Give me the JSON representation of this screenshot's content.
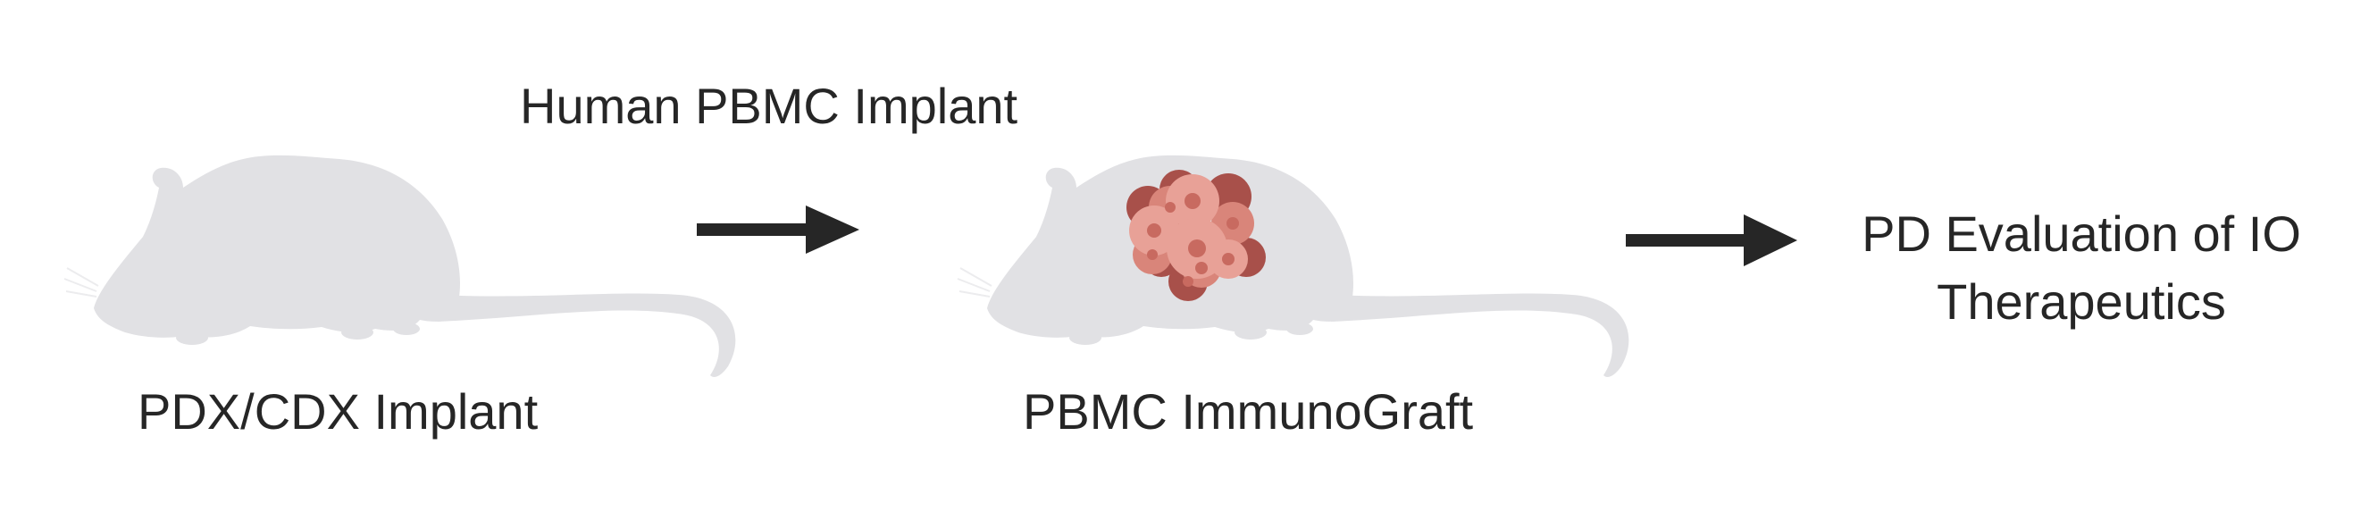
{
  "labels": {
    "step1": "PDX/CDX Implant",
    "arrow1": "Human PBMC Implant",
    "step2": "PBMC ImmunoGraft",
    "step3_line1": "PD Evaluation of IO",
    "step3_line2": "Therapeutics"
  },
  "icons": {
    "mouse1": "mouse-silhouette-icon",
    "mouse2": "mouse-silhouette-icon",
    "tumor": "tumor-cell-cluster-icon",
    "arrow": "right-arrow-icon"
  },
  "colors": {
    "mouse": "#e1e1e4",
    "text": "#262626",
    "arrow": "#262626",
    "tumor_light": "#e8a197",
    "tumor_mid": "#d9857a",
    "tumor_dark": "#a8504a"
  }
}
